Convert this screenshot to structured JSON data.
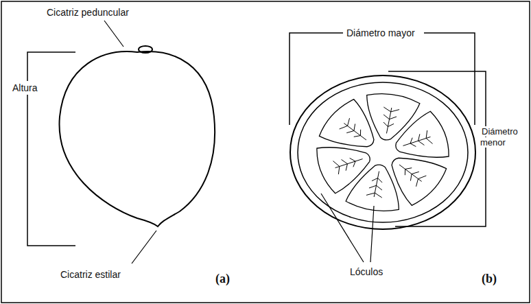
{
  "diagram": {
    "labels": [
      "Cicatriz peduncular",
      "Altura",
      "Cicatriz estilar",
      "(a)",
      "Diámetro mayor",
      "Diámetro menor",
      "Lóculos",
      "(b)"
    ]
  }
}
